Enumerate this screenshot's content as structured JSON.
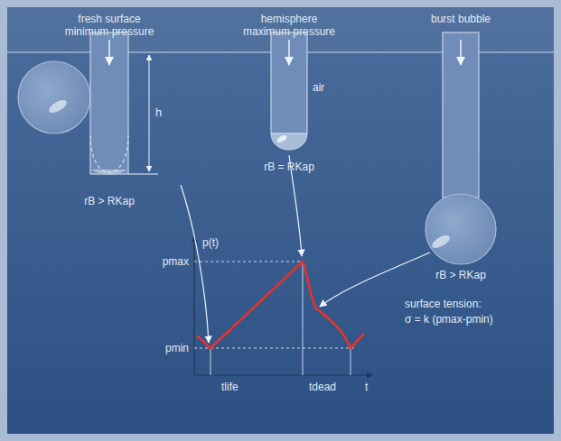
{
  "diagram": {
    "labels": [
      "fresh surface minimum pressure",
      "hemisphere maximum pressure",
      "burst bubble",
      "h",
      "rB > RKap",
      "air",
      "rB = RKap",
      "rB > RKap",
      "p(t)",
      "pmax",
      "pmin",
      "tlife",
      "tdead",
      "t",
      "surface tension:",
      "σ = k (pmax-pmin)"
    ]
  }
}
